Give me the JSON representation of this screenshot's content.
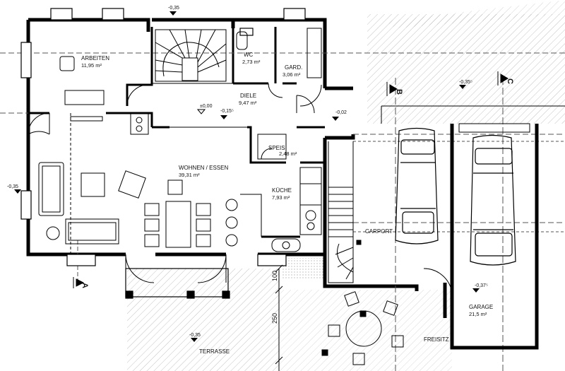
{
  "rooms": {
    "arbeiten": {
      "label": "ARBEITEN",
      "area": "11,95 m²"
    },
    "wc": {
      "label": "WC",
      "area": "2,73 m²"
    },
    "gard": {
      "label": "GARD.",
      "area": "3,06 m²"
    },
    "diele": {
      "label": "DIELE",
      "area": "9,47 m²"
    },
    "wohnen": {
      "label": "WOHNEN / ESSEN",
      "area": "39,31 m²"
    },
    "speis": {
      "label": "SPEIS",
      "area": "2,48 m²"
    },
    "kueche": {
      "label": "KÜCHE",
      "area": "7,93 m²"
    },
    "garage": {
      "label": "GARAGE",
      "area": "21,5 m²"
    },
    "carport": {
      "label": "CARPORT"
    },
    "freisitz": {
      "label": "FREISITZ"
    },
    "terrasse": {
      "label": "TERRASSE"
    }
  },
  "levels": {
    "top": "-0,35",
    "left": "-0,35",
    "carport_right": "-0,35⁵",
    "diele_zero": "±0,00",
    "diele_minus": "-0,15⁵",
    "entry": "-0,02",
    "garage": "-0,37⁵",
    "terrasse": "-0,35"
  },
  "axes": {
    "a": "A",
    "b": "B",
    "c": "C"
  },
  "dimensions": {
    "d100": "100",
    "d250": "250"
  },
  "colors": {
    "line": "#000000",
    "hatch": "#888888"
  }
}
